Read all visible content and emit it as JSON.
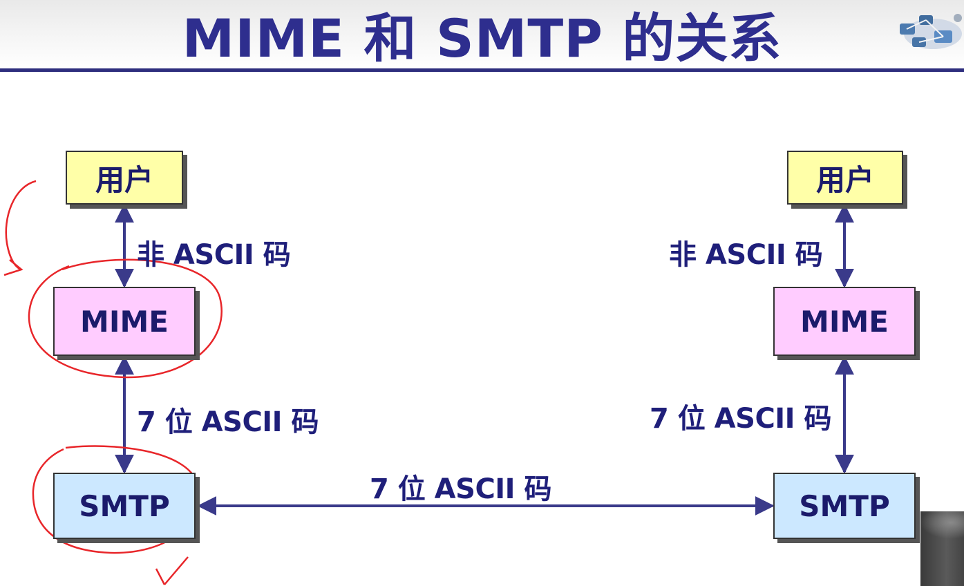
{
  "slide": {
    "title": "MIME 和 SMTP 的关系"
  },
  "left": {
    "user": "用户",
    "mime": "MIME",
    "smtp": "SMTP",
    "user_mime_label": "非 ASCII 码",
    "mime_smtp_label": "7 位 ASCII 码"
  },
  "right": {
    "user": "用户",
    "mime": "MIME",
    "smtp": "SMTP",
    "user_mime_label": "非 ASCII 码",
    "mime_smtp_label": "7 位 ASCII 码"
  },
  "link": {
    "smtp_smtp_label": "7 位 ASCII 码"
  },
  "colors": {
    "title": "#2e2e8e",
    "arrow": "#3a3a8a",
    "user_fill": "#ffffa8",
    "mime_fill": "#ffccff",
    "smtp_fill": "#cce8ff",
    "annotation": "#e8262a"
  },
  "icons": [
    "network-devices-logo"
  ]
}
